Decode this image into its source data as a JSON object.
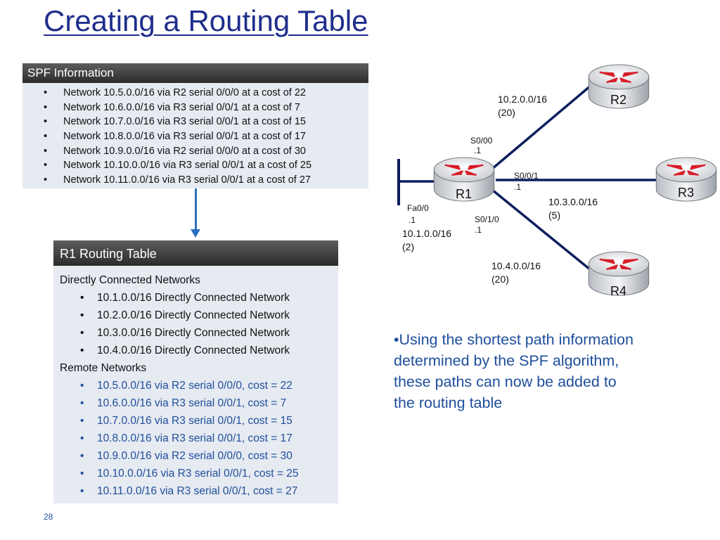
{
  "title": "Creating a Routing Table",
  "spf": {
    "header": "SPF Information",
    "items": [
      "Network 10.5.0.0/16 via R2 serial 0/0/0 at a cost of 22",
      "Network 10.6.0.0/16 via R3 serial 0/0/1 at a cost of 7",
      "Network 10.7.0.0/16 via R3 serial 0/0/1 at a cost of 15",
      "Network 10.8.0.0/16 via R3 serial 0/0/1 at a cost of 17",
      "Network 10.9.0.0/16 via R2 serial 0/0/0 at a cost of 30",
      "Network 10.10.0.0/16 via R3 serial 0/0/1 at a cost of 25",
      "Network 10.11.0.0/16 via R3 serial 0/0/1 at a cost of 27"
    ]
  },
  "routing_table": {
    "header": "R1 Routing Table",
    "direct_heading": "Directly Connected Networks",
    "direct": [
      "10.1.0.0/16 Directly Connected Network",
      "10.2.0.0/16 Directly Connected Network",
      "10.3.0.0/16 Directly Connected Network",
      "10.4.0.0/16 Directly Connected Network"
    ],
    "remote_heading": "Remote Networks",
    "remote": [
      "10.5.0.0/16 via R2 serial 0/0/0, cost = 22",
      "10.6.0.0/16 via R3 serial 0/0/1, cost = 7",
      "10.7.0.0/16 via R3 serial 0/0/1, cost = 15",
      "10.8.0.0/16 via R3 serial 0/0/1, cost = 17",
      "10.9.0.0/16 via R2 serial 0/0/0, cost = 30",
      "10.10.0.0/16 via R3 serial 0/0/1, cost = 25",
      "10.11.0.0/16 via R3 serial 0/0/1, cost = 27"
    ]
  },
  "topology": {
    "routers": {
      "r1": "R1",
      "r2": "R2",
      "r3": "R3",
      "r4": "R4"
    },
    "links": {
      "r1_r2_net": "10.2.0.0/16",
      "r1_r2_cost": "(20)",
      "r1_r3_net": "10.3.0.0/16",
      "r1_r3_cost": "(5)",
      "r1_r4_net": "10.4.0.0/16",
      "r1_r4_cost": "(20)",
      "lan_net": "10.1.0.0/16",
      "lan_cost": "(2)"
    },
    "interfaces": {
      "s000": "S0/00",
      "s000_ip": ".1",
      "s001": "S0/0/1",
      "s001_ip": ".1",
      "s010": "S0/1/0",
      "s010_ip": ".1",
      "fa00": "Fa0/0",
      "fa00_ip": ".1"
    }
  },
  "note": "•Using the shortest path information determined by the SPF algorithm, these paths can now be added to the routing table",
  "page_number": "28",
  "colors": {
    "title": "#1f2e8c",
    "accent_blue": "#1f4e9c",
    "link": "#0c1f5c",
    "router_red": "#d81e2a"
  }
}
